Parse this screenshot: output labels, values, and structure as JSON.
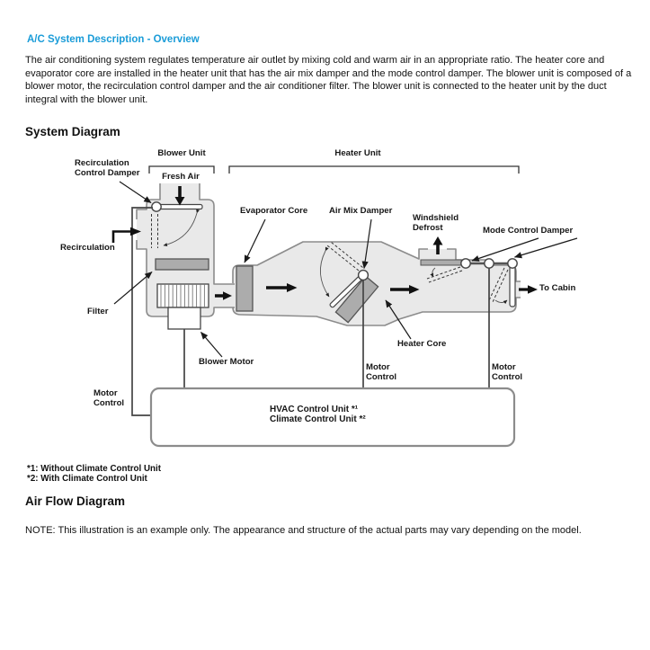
{
  "page": {
    "title": "A/C System Description - Overview",
    "intro": "The air conditioning system regulates temperature air outlet by mixing cold and warm air in an appropriate ratio. The heater core and evaporator core are installed in the heater unit that has the air mix damper and the mode control damper. The blower unit is composed of a blower motor, the recirculation control damper and the air conditioner filter. The blower unit is connected to the heater unit by the duct integral with the blower unit.",
    "section_system_diagram": "System Diagram",
    "footnote1": "*1: Without Climate Control Unit",
    "footnote2": "*2: With Climate Control Unit",
    "section_air_flow": "Air Flow Diagram",
    "note": "NOTE: This illustration is an example only. The appearance and structure of the actual parts may vary depending on the model.",
    "accent_color": "#1A9CD8"
  },
  "diagram": {
    "labels": {
      "blower_unit": "Blower Unit",
      "heater_unit": "Heater Unit",
      "fresh_air": "Fresh Air",
      "recirc_damper_line1": "Recirculation",
      "recirc_damper_line2": "Control Damper",
      "recirculation": "Recirculation",
      "filter": "Filter",
      "evaporator_core": "Evaporator Core",
      "air_mix_damper": "Air Mix Damper",
      "windshield_line1": "Windshield",
      "windshield_line2": "Defrost",
      "mode_control_damper": "Mode Control Damper",
      "to_cabin": "To Cabin",
      "heater_core": "Heater Core",
      "blower_motor": "Blower Motor",
      "motor_control_line1": "Motor",
      "motor_control_line2": "Control",
      "hvac_line1": "HVAC Control Unit *¹",
      "hvac_line2": "Climate Control Unit *²"
    },
    "colors": {
      "unit_fill": "#E9E9E9",
      "unit_stroke": "#8C8C8C",
      "component_fill": "#ACACAC",
      "line": "#1A1A1A"
    }
  }
}
